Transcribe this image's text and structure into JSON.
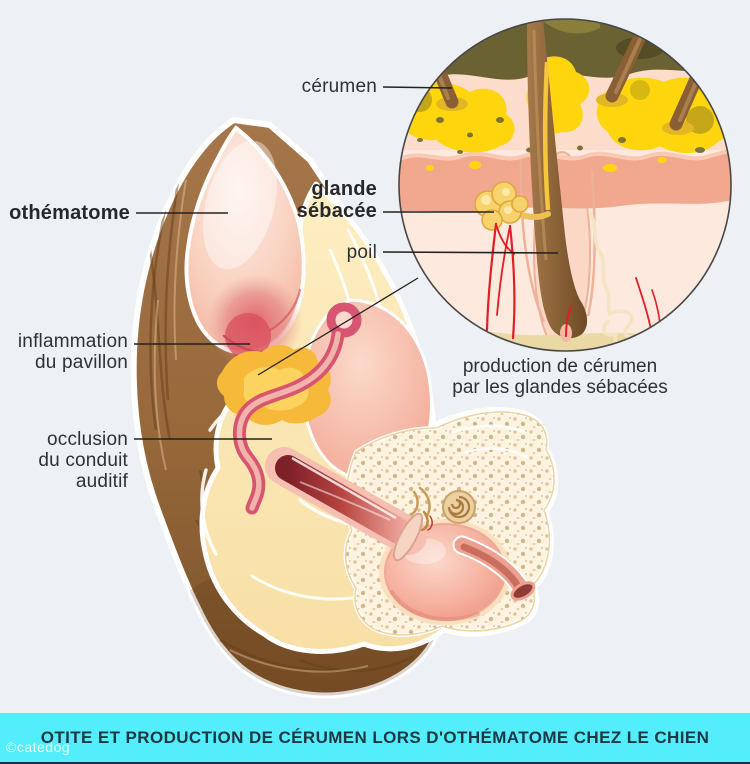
{
  "page": {
    "background": "#edf0f4"
  },
  "banner": {
    "title": "OTITE ET PRODUCTION DE CÉRUMEN LORS D'OTHÉMATOME CHEZ LE CHIEN",
    "background": "#54edfc",
    "underline_color": "#17333f",
    "text_color": "#1d3744"
  },
  "watermark": {
    "text": "©catedog"
  },
  "ear_labels": {
    "othematoma": "othématome",
    "inflammation_line1": "inflammation",
    "inflammation_line2": "du pavillon",
    "occlusion_line1": "occlusion",
    "occlusion_line2": "du conduit",
    "occlusion_line3": "auditif"
  },
  "inset_labels": {
    "cerumen": "cérumen",
    "sebaceous_gland_line1": "glande",
    "sebaceous_gland_line2": "sébacée",
    "hair": "poil",
    "caption_line1": "production de cérumen",
    "caption_line2": "par les glandes sébacées"
  },
  "colors": {
    "background": "#edf0f4",
    "fur_brown": "#96683a",
    "fur_dark": "#7c5229",
    "cartilage_cream": "#fbe6b3",
    "skin_pink": "#f6bca9",
    "inflammation_red": "#d94f5e",
    "cerumen_yellow": "#f7b93a",
    "canal_crimson": "#d75570",
    "bulla_pink": "#ee9788",
    "inset_skin": "#fde9dd",
    "inset_cerumen": "#ffd60e",
    "inset_olive": "#6b6233",
    "hair_brown": "#8a5f33",
    "vessel_red": "#e11d25",
    "label_text": "#2e3136",
    "leader_line": "#222222"
  }
}
